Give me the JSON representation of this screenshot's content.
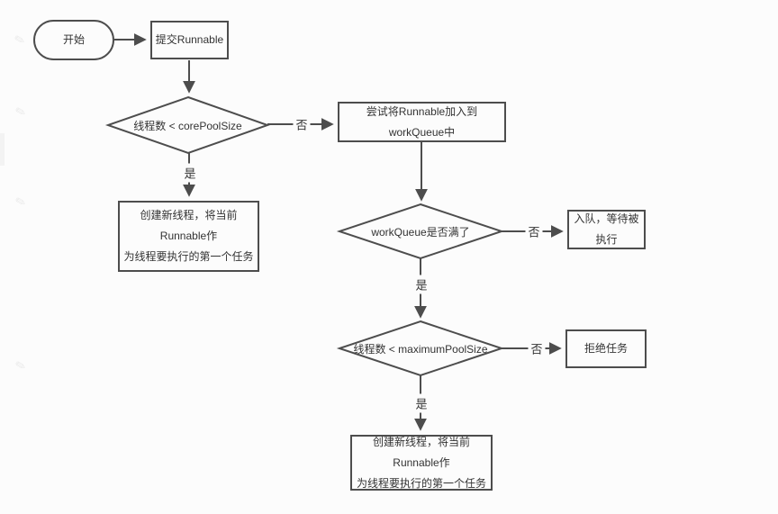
{
  "colors": {
    "stroke": "#4d4d4d",
    "text": "#333333",
    "background": "#fcfcfc",
    "watermark": "#ebebeb"
  },
  "nodes": {
    "start": {
      "label": "开始"
    },
    "submit_runnable": {
      "label": "提交Runnable"
    },
    "core_pool_check": {
      "label": "线程数 < corePoolSize"
    },
    "try_enqueue": {
      "label": "尝试将Runnable加入到workQueue中"
    },
    "create_thread_core": {
      "line1": "创建新线程，将当前Runnable作",
      "line2": "为线程要执行的第一个任务"
    },
    "queue_full_check": {
      "label": "workQueue是否满了"
    },
    "enqueue_wait": {
      "label": "入队，等待被执行"
    },
    "max_pool_check": {
      "label": "线程数 < maximumPoolSize"
    },
    "reject_task": {
      "label": "拒绝任务"
    },
    "create_thread_max": {
      "line1": "创建新线程，将当前Runnable作",
      "line2": "为线程要执行的第一个任务"
    }
  },
  "edge_labels": {
    "yes": "是",
    "no": "否"
  },
  "icons": {
    "watermark_glyph": "✎"
  }
}
